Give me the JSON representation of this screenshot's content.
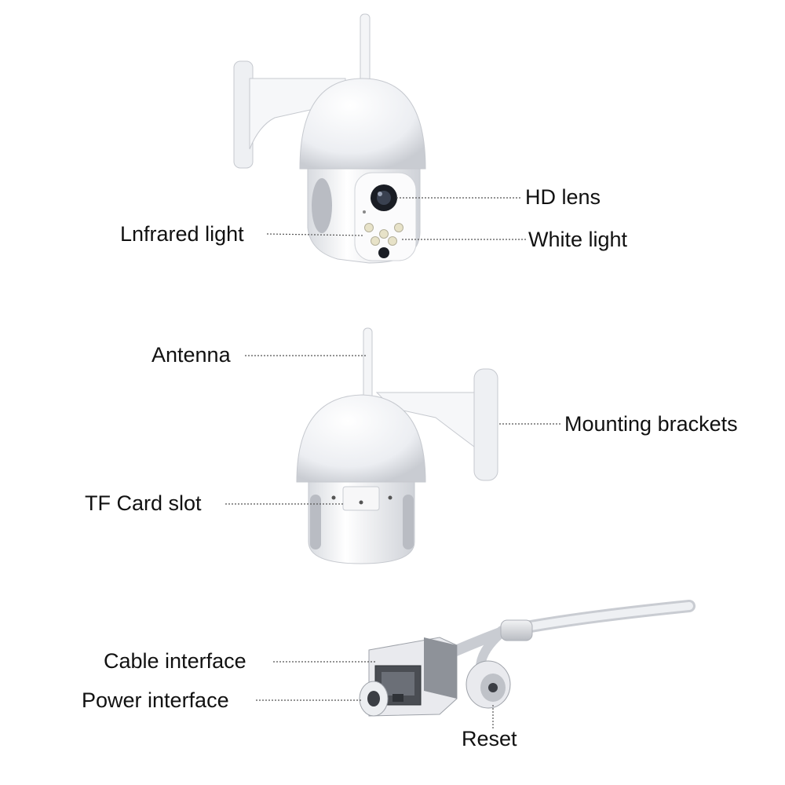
{
  "labels": {
    "hd_lens": "HD lens",
    "infrared_light": "Lnfrared light",
    "white_light": "White light",
    "antenna": "Antenna",
    "mounting_brackets": "Mounting brackets",
    "tf_card_slot": "TF Card slot",
    "cable_interface": "Cable interface",
    "power_interface": "Power interface",
    "reset": "Reset"
  },
  "colors": {
    "label_text": "#111111",
    "leader_line": "#555555",
    "camera_body": "#f4f5f7",
    "camera_shadow": "#c9ccd2",
    "lens_dark": "#1a1d24"
  }
}
